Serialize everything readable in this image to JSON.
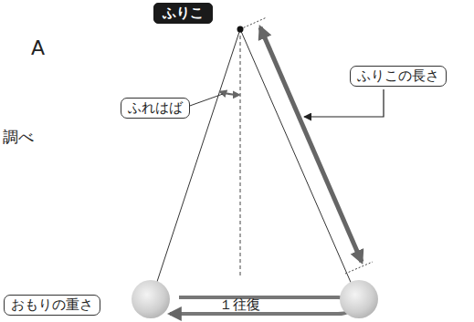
{
  "diagram": {
    "nodes": [
      {
        "text": [
          "ふりこ"
        ]
      },
      {
        "text": [
          "ふれはば"
        ]
      },
      {
        "text": [
          "ふりこの長さ"
        ]
      },
      {
        "text": [
          "おもりの重さ"
        ]
      }
    ],
    "labels": [
      "A",
      "調べ",
      "１往復"
    ]
  }
}
